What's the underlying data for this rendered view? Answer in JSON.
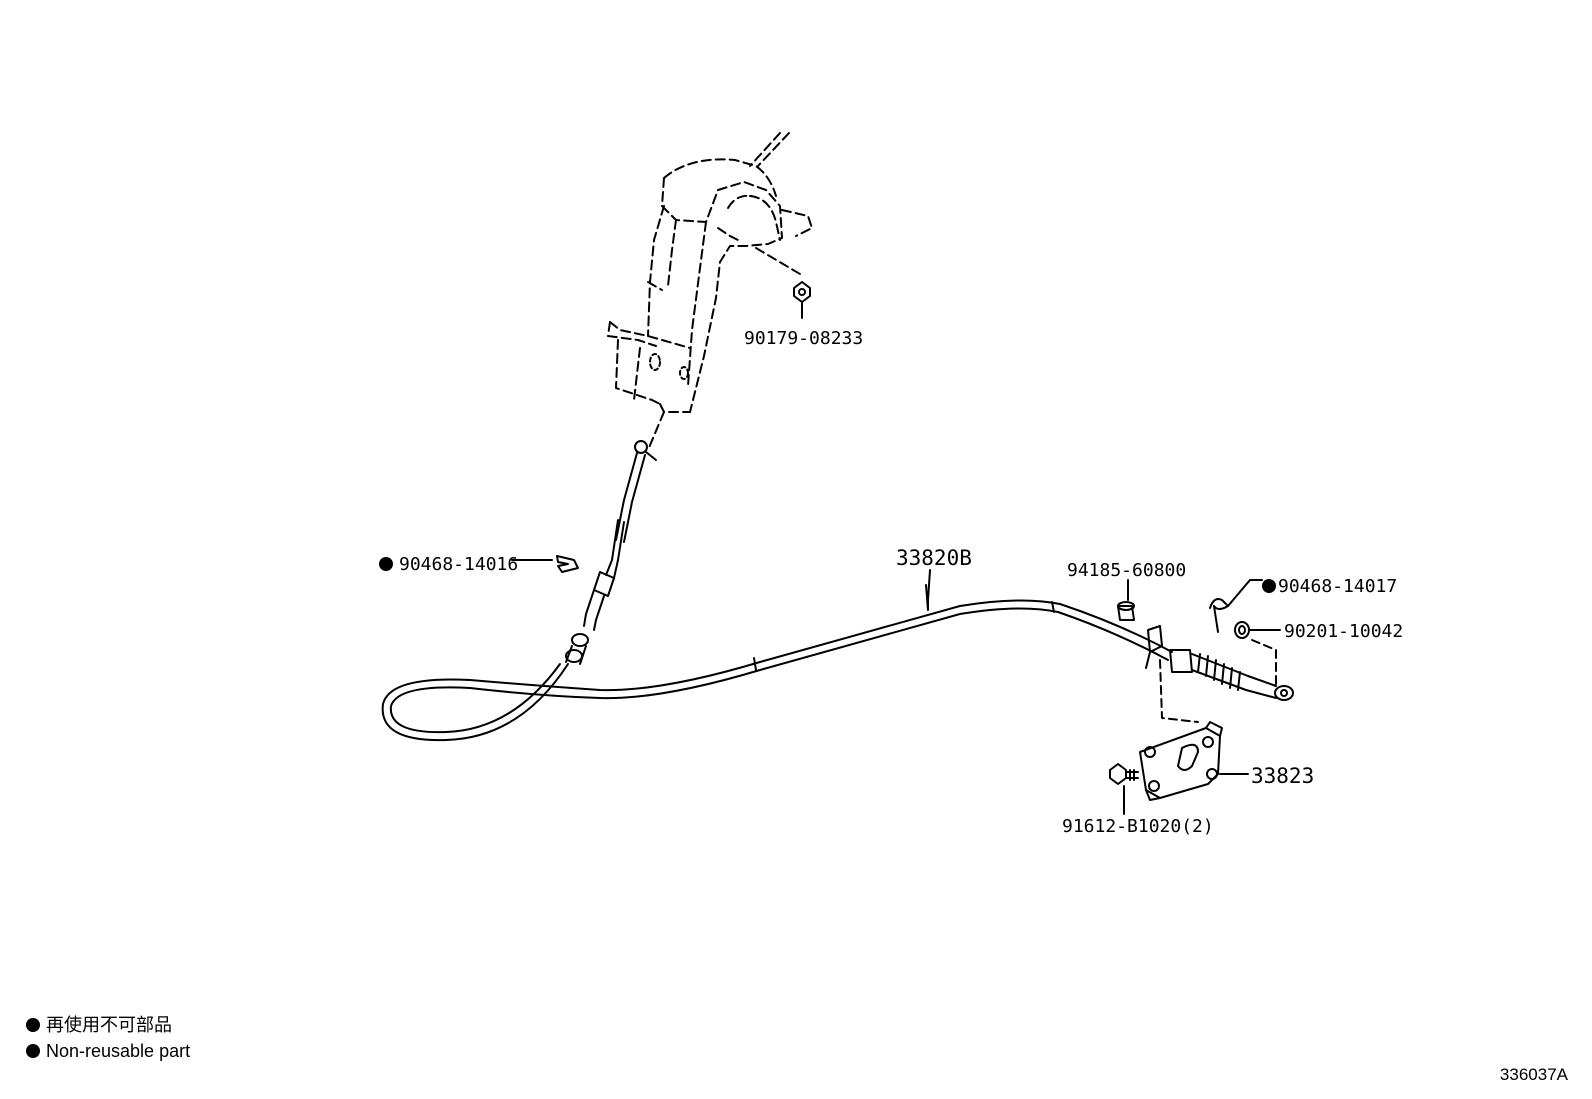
{
  "parts": {
    "p1": "90179-08233",
    "p2": "90468-14016",
    "p3": "33820B",
    "p4": "94185-60800",
    "p5": "90468-14017",
    "p6": "90201-10042",
    "p7": "33823",
    "p8": "91612-B1020(2)"
  },
  "legend": {
    "jp": "再使用不可部品",
    "en": "Non-reusable part"
  },
  "figure_code": "336037A"
}
